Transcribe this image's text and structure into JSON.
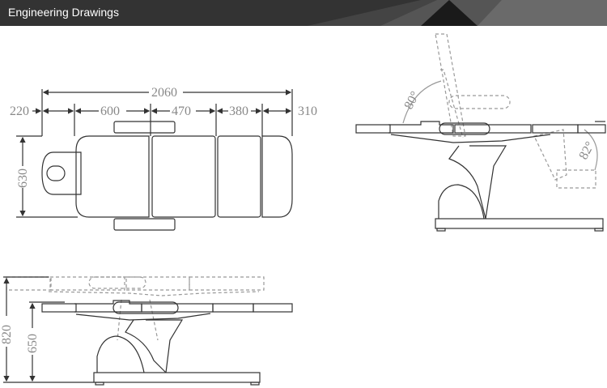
{
  "header": {
    "title": "Engineering Drawings"
  },
  "top_view": {
    "overall_length": "2060",
    "segments": [
      "220",
      "600",
      "470",
      "380",
      "310"
    ],
    "width": "630"
  },
  "side_view_tilted": {
    "back_angle": "80°",
    "leg_angle": "82°"
  },
  "side_view_height": {
    "max_height": "820",
    "min_height": "650"
  },
  "colors": {
    "header_bg": "#333333",
    "line": "#333333",
    "dimension": "#888888",
    "dashed": "#aaaaaa"
  }
}
